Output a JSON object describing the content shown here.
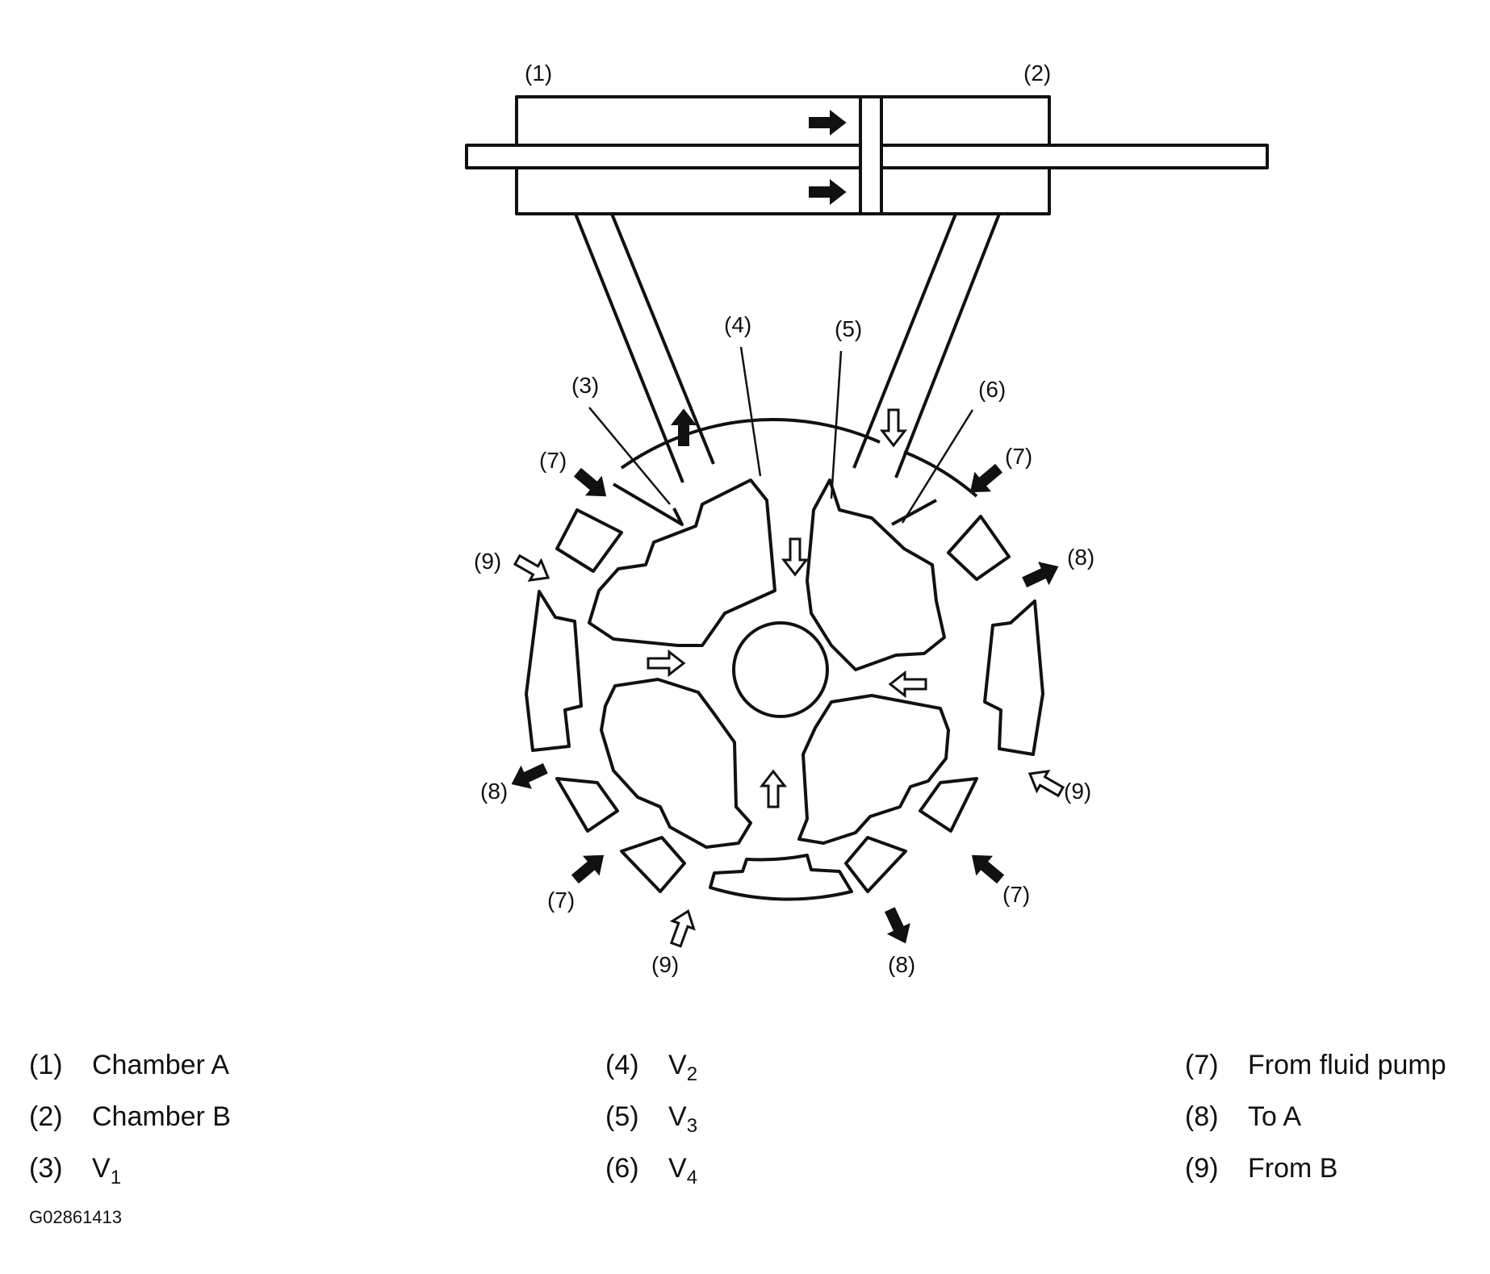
{
  "callouts": {
    "c1": "(1)",
    "c2": "(2)",
    "c3": "(3)",
    "c4": "(4)",
    "c5": "(5)",
    "c6": "(6)",
    "c7": "(7)",
    "c8": "(8)",
    "c9": "(9)"
  },
  "legend": [
    {
      "num": "(1)",
      "text": "Chamber A",
      "sub": ""
    },
    {
      "num": "(2)",
      "text": "Chamber B",
      "sub": ""
    },
    {
      "num": "(3)",
      "text": "V",
      "sub": "1"
    },
    {
      "num": "(4)",
      "text": "V",
      "sub": "2"
    },
    {
      "num": "(5)",
      "text": "V",
      "sub": "3"
    },
    {
      "num": "(6)",
      "text": "V",
      "sub": "4"
    },
    {
      "num": "(7)",
      "text": "From fluid pump",
      "sub": ""
    },
    {
      "num": "(8)",
      "text": "To A",
      "sub": ""
    },
    {
      "num": "(9)",
      "text": "From B",
      "sub": ""
    }
  ],
  "figure_code": "G02861413",
  "colors": {
    "ink": "#111111",
    "paper": "#ffffff"
  }
}
